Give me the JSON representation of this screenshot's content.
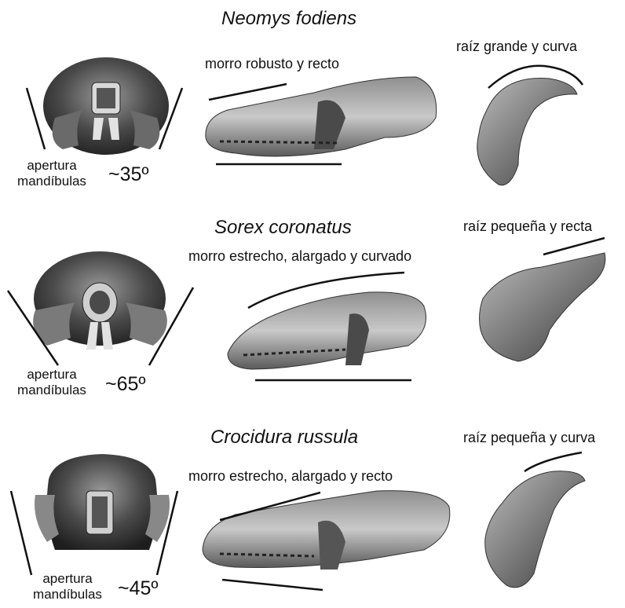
{
  "rows": [
    {
      "species": "Neomys  fodiens",
      "snout_label": "morro robusto y recto",
      "root_label": "raíz grande y curva",
      "aperture_line1": "apertura",
      "aperture_line2": "mandíbulas",
      "angle": "~35º"
    },
    {
      "species": "Sorex  coronatus",
      "snout_label": "morro estrecho, alargado y curvado",
      "root_label": "raíz pequeña y recta",
      "aperture_line1": "apertura",
      "aperture_line2": "mandíbulas",
      "angle": "~65º"
    },
    {
      "species": "Crocidura  russula",
      "snout_label": "morro estrecho, alargado y recto",
      "root_label": "raíz pequeña y curva",
      "aperture_line1": "apertura",
      "aperture_line2": "mandíbulas",
      "angle": "~45º"
    }
  ]
}
